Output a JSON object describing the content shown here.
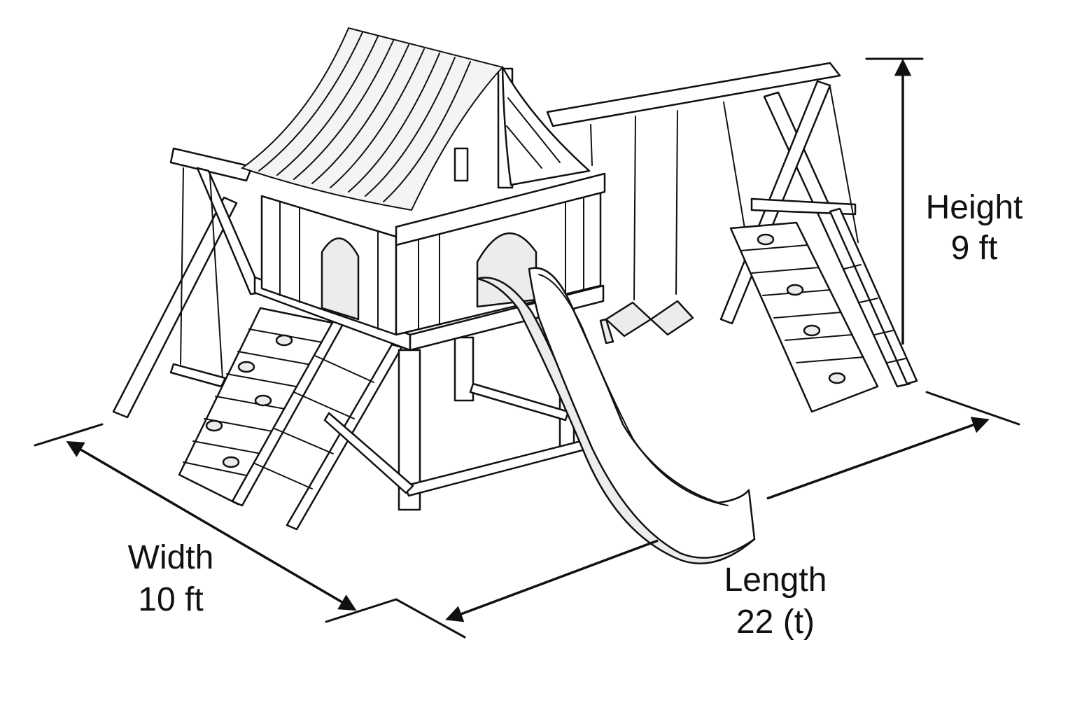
{
  "diagram": {
    "width_label": {
      "name": "Width",
      "value": "10 ft"
    },
    "height_label": {
      "name": "Height",
      "value": "9 ft"
    },
    "length_label": {
      "name": "Length",
      "value": "22 (t)"
    }
  }
}
